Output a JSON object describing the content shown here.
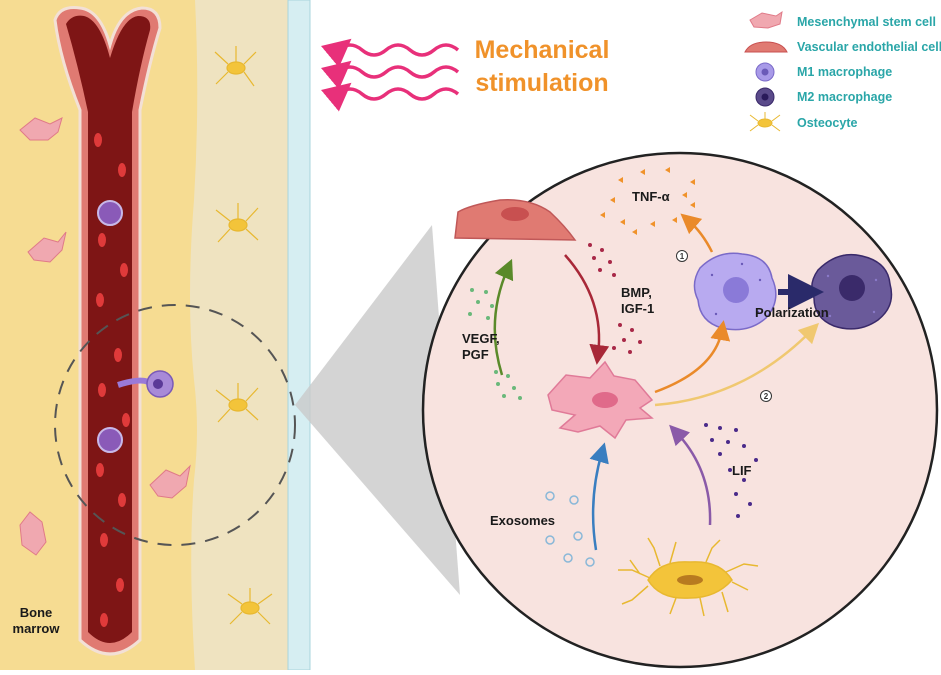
{
  "legend": {
    "msc": "Mesenchymal stem cell",
    "vec": "Vascular endothelial cell",
    "m1": "M1 macrophage",
    "m2": "M2 macrophage",
    "osteocyte": "Osteocyte"
  },
  "title": {
    "line1": "Mechanical",
    "line2": "stimulation"
  },
  "labels": {
    "tnf": "TNF-α",
    "bmp": "BMP,",
    "igf": "IGF-1",
    "vegf": "VEGF,",
    "pgf": "PGF",
    "polarization": "Polarization",
    "lif": "LIF",
    "exosomes": "Exosomes",
    "step1": "1",
    "step2": "2",
    "bone": "Bone",
    "marrow": "marrow"
  },
  "colors": {
    "bone_marrow": "#f6dc92",
    "cortical_bone": "#efe3c0",
    "periosteum": "#d6eef2",
    "vessel": "#7e1515",
    "vessel_wall": "#e07a72",
    "circle_fill": "#f8e3df",
    "title": "#f0922a",
    "legend_text": "#2aa6a8",
    "arrow_pink": "#e8307a",
    "arrow_green": "#5a8a2a",
    "arrow_red": "#a82838",
    "arrow_orange": "#ea8a2a",
    "arrow_yellow": "#f0c870",
    "arrow_blue": "#3a7ec0",
    "arrow_purple": "#8a5aa8",
    "arrow_navy": "#2a2a6a"
  }
}
